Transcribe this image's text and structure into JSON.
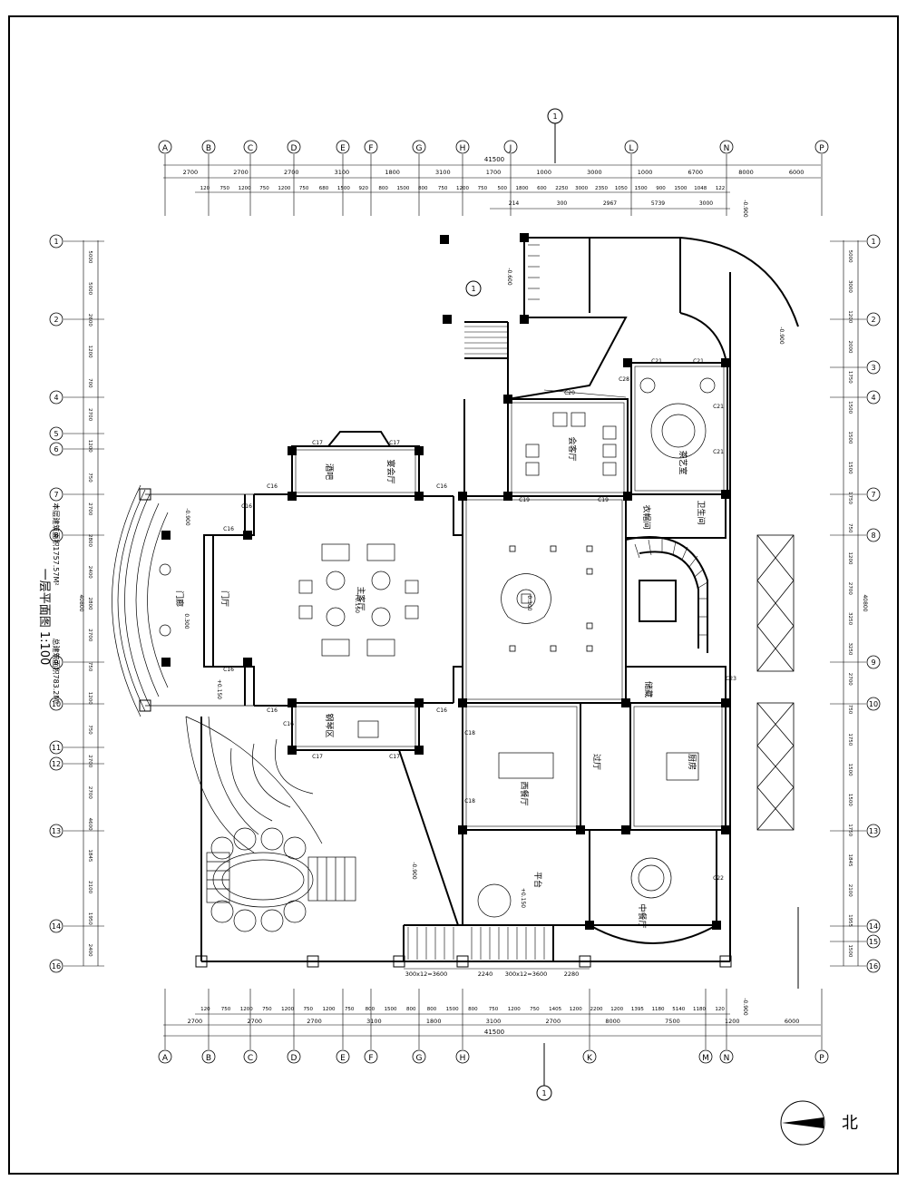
{
  "grid_columns": [
    {
      "label": "A"
    },
    {
      "label": "B"
    },
    {
      "label": "C"
    },
    {
      "label": "D"
    },
    {
      "label": "E"
    },
    {
      "label": "F"
    },
    {
      "label": "G"
    },
    {
      "label": "H"
    },
    {
      "label": "J"
    },
    {
      "label": "L"
    },
    {
      "label": "N"
    },
    {
      "label": "P"
    }
  ],
  "grid_columns_bottom": [
    {
      "label": "A"
    },
    {
      "label": "B"
    },
    {
      "label": "C"
    },
    {
      "label": "D"
    },
    {
      "label": "E"
    },
    {
      "label": "F"
    },
    {
      "label": "G"
    },
    {
      "label": "H"
    },
    {
      "label": "K"
    },
    {
      "label": "M"
    },
    {
      "label": "N"
    },
    {
      "label": "P"
    }
  ],
  "grid_rows": [
    {
      "label": "1"
    },
    {
      "label": "2"
    },
    {
      "label": "4"
    },
    {
      "label": "5"
    },
    {
      "label": "6"
    },
    {
      "label": "7"
    },
    {
      "label": "8"
    },
    {
      "label": "9"
    },
    {
      "label": "10"
    },
    {
      "label": "11"
    },
    {
      "label": "12"
    },
    {
      "label": "13"
    },
    {
      "label": "14"
    },
    {
      "label": "16"
    }
  ],
  "grid_rows_right": [
    {
      "label": "1"
    },
    {
      "label": "2"
    },
    {
      "label": "3"
    },
    {
      "label": "4"
    },
    {
      "label": "7"
    },
    {
      "label": "8"
    },
    {
      "label": "9"
    },
    {
      "label": "10"
    },
    {
      "label": "13"
    },
    {
      "label": "14"
    },
    {
      "label": "15"
    },
    {
      "label": "16"
    }
  ],
  "dims_top_1": [
    "2700",
    "2700",
    "2700",
    "3100",
    "1800",
    "3100",
    "1700",
    "1000",
    "3000",
    "1000",
    "6700",
    "8000",
    "6000"
  ],
  "dims_top_total": "41500",
  "dims_top_2": [
    "120",
    "750",
    "1200",
    "750",
    "1200",
    "750",
    "680",
    "1500",
    "920",
    "800",
    "1500",
    "800",
    "750",
    "1200",
    "750",
    "500",
    "1800",
    "600",
    "2250",
    "3000",
    "2350",
    "1050",
    "1500",
    "900",
    "1500",
    "1048",
    "122"
  ],
  "dims_top_3": [
    "214",
    "300",
    "2967",
    "5739",
    "3000"
  ],
  "dims_bottom_1": [
    "120",
    "750",
    "1200",
    "750",
    "1200",
    "750",
    "1200",
    "750",
    "800",
    "1500",
    "800",
    "800",
    "1500",
    "800",
    "750",
    "1200",
    "750",
    "1405",
    "1200",
    "2200",
    "1200",
    "1395",
    "1180",
    "5140",
    "1180",
    "120"
  ],
  "dims_bottom_2": [
    "2700",
    "2700",
    "2700",
    "3100",
    "1800",
    "3100",
    "2700",
    "8000",
    "7500",
    "1200",
    "6000"
  ],
  "dims_bottom_total": "41500",
  "dims_left": [
    "5000",
    "5000",
    "2600",
    "1200",
    "700",
    "2700",
    "1200",
    "750",
    "2700",
    "2800",
    "2400",
    "2800",
    "2700",
    "750",
    "1200",
    "750",
    "2700",
    "2700",
    "4600",
    "1845",
    "2100",
    "1950",
    "2400"
  ],
  "dims_left_total": "40800",
  "dims_right": [
    "5000",
    "3000",
    "1200",
    "2000",
    "1750",
    "1500",
    "1500",
    "1500",
    "1750",
    "750",
    "1200",
    "2700",
    "3250",
    "3250",
    "2700",
    "750",
    "1750",
    "1500",
    "1500",
    "1750",
    "1845",
    "2100",
    "1955",
    "1500"
  ],
  "dims_right_total": "40800",
  "stair_dims": [
    "300x12=3600",
    "2240",
    "300x12=3600",
    "2280"
  ],
  "levels": [
    "-0.900",
    "-0.900",
    "-0.900",
    "+0.150",
    "0.300",
    "0.300",
    "-0.600",
    "+0.150",
    "-0.900",
    "-0.900",
    "+0.150"
  ],
  "rooms": [
    {
      "label": "主客厅"
    },
    {
      "label": "门厅"
    },
    {
      "label": "门廊"
    },
    {
      "label": "宴会厅"
    },
    {
      "label": "会客厅"
    },
    {
      "label": "茶艺室"
    },
    {
      "label": "酒吧"
    },
    {
      "label": "衣帽间"
    },
    {
      "label": "钢琴区"
    },
    {
      "label": "西餐厅"
    },
    {
      "label": "过厅"
    },
    {
      "label": "厨房"
    },
    {
      "label": "中餐厅"
    },
    {
      "label": "平台"
    },
    {
      "label": "卫生间"
    },
    {
      "label": "储藏"
    }
  ],
  "windows": [
    "C17",
    "C17",
    "C16",
    "C16",
    "C16",
    "C16",
    "C16",
    "C16",
    "C16",
    "C16",
    "C17",
    "C17",
    "C18",
    "C18",
    "C19",
    "C19",
    "C20",
    "C21",
    "C21",
    "C21",
    "C22",
    "C23",
    "C28",
    "C21"
  ],
  "title": {
    "main": "一层平面图 1:100",
    "area1": "本层建筑面积1757.57M²",
    "area2": "总建筑面积783.2M²"
  },
  "north_label": "北",
  "section_markers": [
    "1",
    "1",
    "1",
    "1"
  ]
}
